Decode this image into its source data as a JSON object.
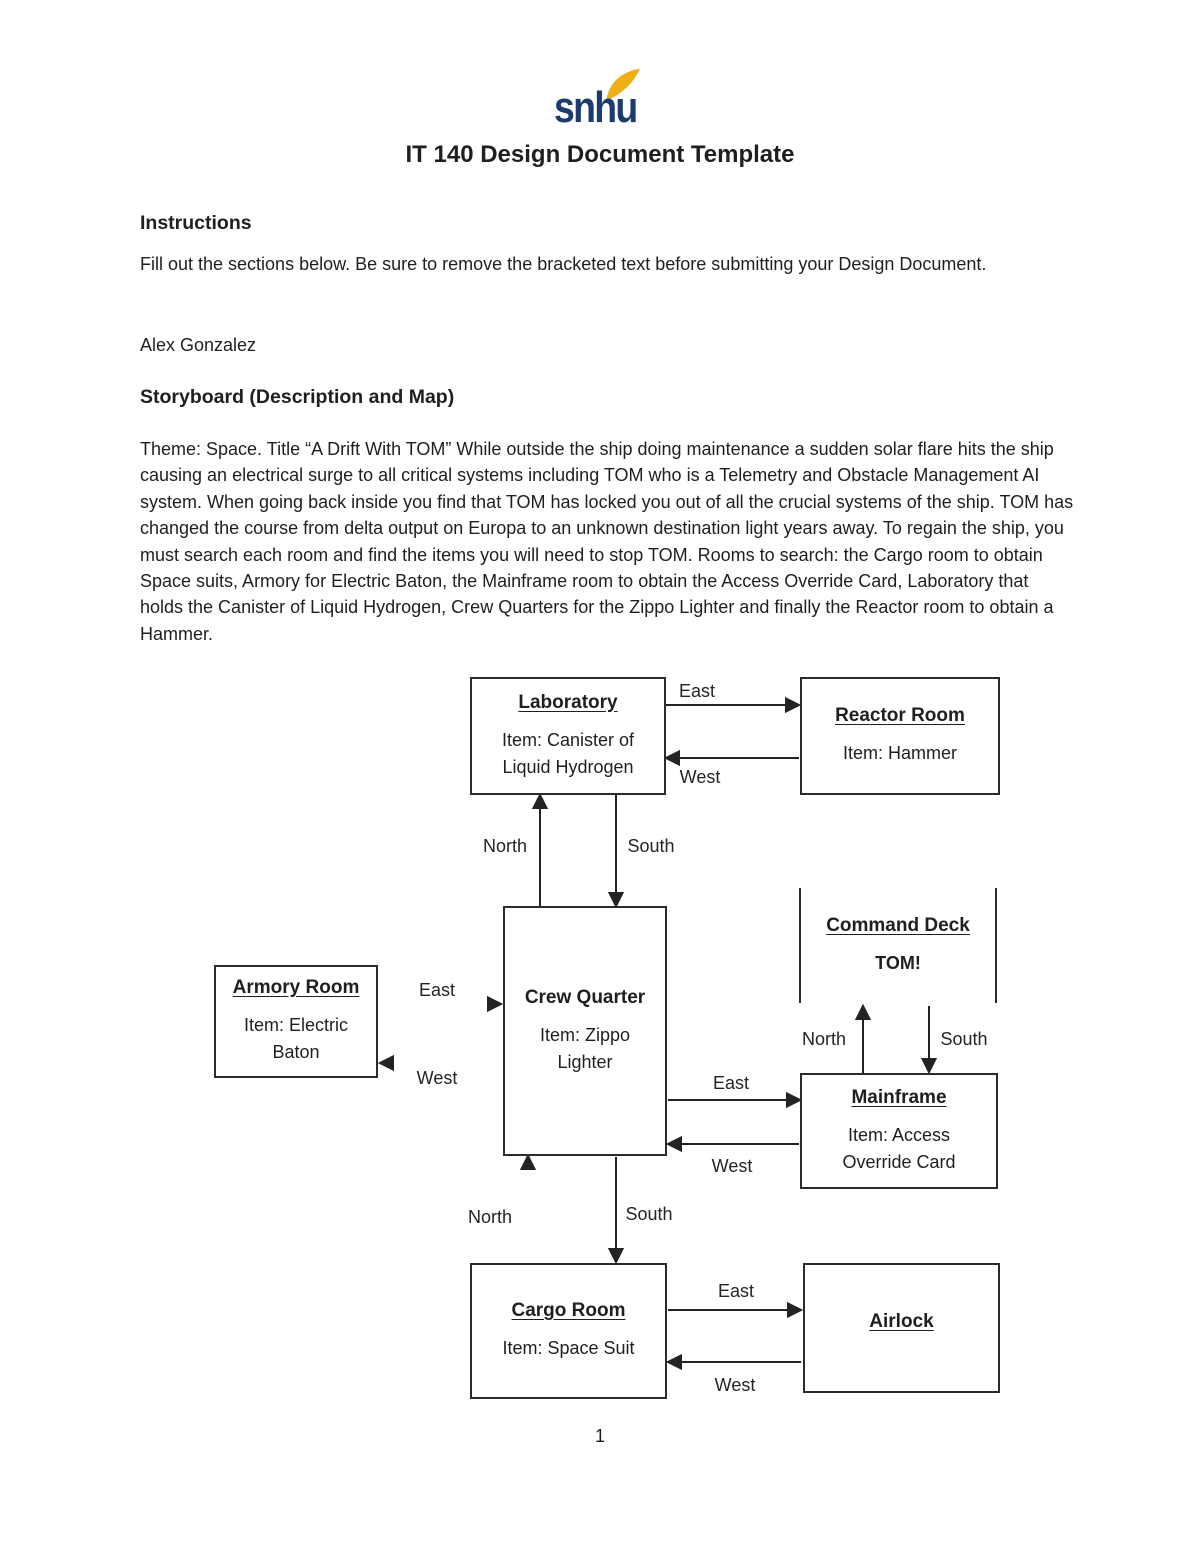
{
  "header": {
    "logo_text": "snhu",
    "title": "IT 140 Design Document Template"
  },
  "colors": {
    "brand_navy": "#1d3c6e",
    "brand_gold": "#efae12",
    "ink": "#1f1f1f"
  },
  "sections": {
    "instructions_heading": "Instructions",
    "instructions_body": "Fill out the sections below. Be sure to remove the bracketed text before submitting your Design Document.",
    "author": "Alex Gonzalez",
    "storyboard_heading": "Storyboard (Description and Map)",
    "storyboard_body": "Theme: Space. Title “A Drift With TOM” While outside the ship doing maintenance a sudden solar flare hits the ship causing an electrical surge to all critical systems including TOM who is a Telemetry and Obstacle Management AI system. When going back inside you find that TOM has locked you out of all the crucial systems of the ship. TOM has changed the course from delta output on Europa to an unknown destination light years away. To regain the ship, you must search each room and find the items you will need to stop TOM. Rooms to search: the Cargo room to obtain Space suits, Armory for Electric Baton, the Mainframe room to obtain the Access Override Card, Laboratory that holds the Canister of Liquid Hydrogen, Crew Quarters for the Zippo Lighter and finally the Reactor room to obtain a Hammer."
  },
  "diagram": {
    "rooms": {
      "laboratory": {
        "title": "Laboratory",
        "item": "Item: Canister of Liquid Hydrogen"
      },
      "reactor_room": {
        "title": "Reactor Room",
        "item": "Item: Hammer"
      },
      "crew_quarter": {
        "title": "Crew Quarter",
        "item": "Item: Zippo Lighter"
      },
      "armory_room": {
        "title": "Armory Room",
        "item": "Item: Electric Baton"
      },
      "command_deck": {
        "title": "Command Deck",
        "subtitle": "TOM!"
      },
      "mainframe": {
        "title": "Mainframe",
        "item": "Item: Access Override Card"
      },
      "cargo_room": {
        "title": "Cargo Room",
        "item": "Item: Space Suit"
      },
      "airlock": {
        "title": "Airlock"
      }
    },
    "directions": {
      "north": "North",
      "south": "South",
      "east": "East",
      "west": "West"
    }
  },
  "footer": {
    "page_number": "1"
  }
}
